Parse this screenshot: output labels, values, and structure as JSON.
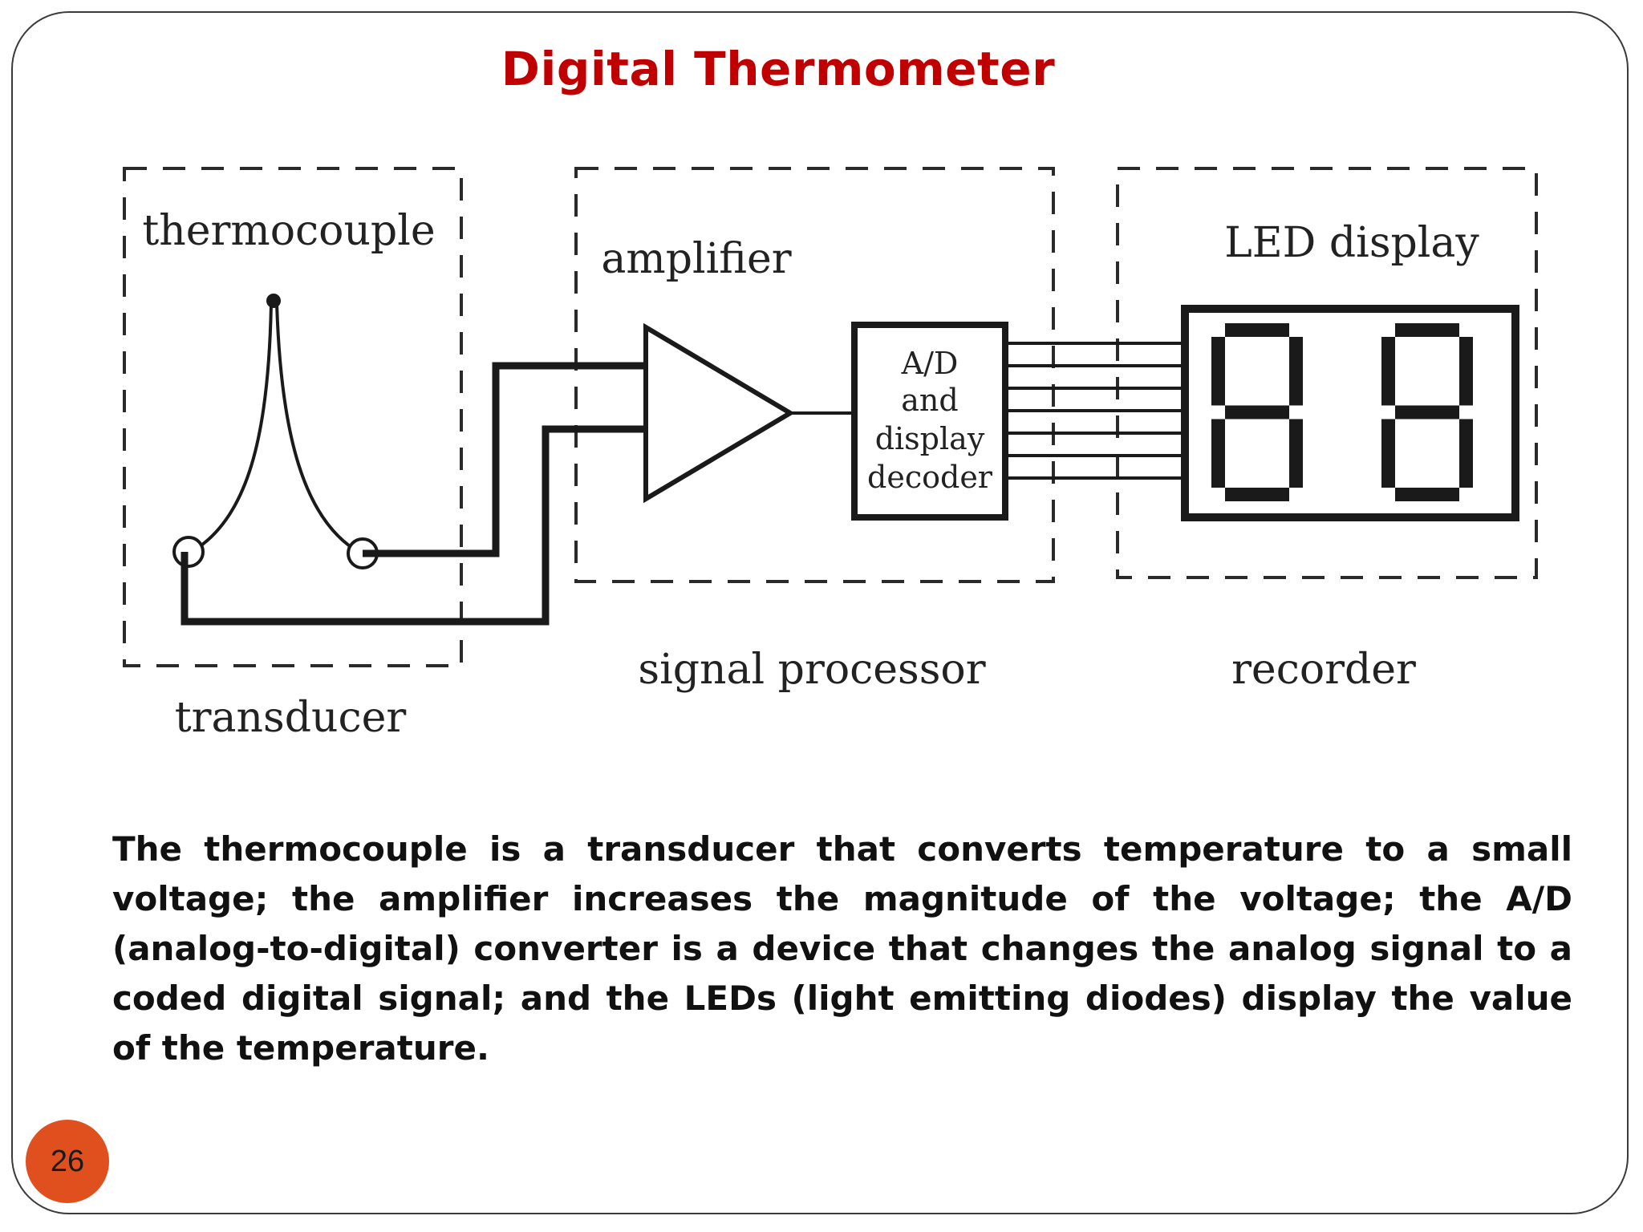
{
  "slide": {
    "title": "Digital Thermometer",
    "page_number": "26",
    "title_color": "#c00000",
    "badge_color": "#e0501f"
  },
  "diagram": {
    "labels": {
      "thermocouple": "thermocouple",
      "amplifier": "amplifier",
      "led_display": "LED display",
      "ad_line1": "A/D",
      "ad_line2": "and",
      "ad_line3": "display",
      "ad_line4": "decoder",
      "transducer": "transducer",
      "signal_processor": "signal processor",
      "recorder": "recorder"
    },
    "display_digits": [
      "8",
      "8"
    ],
    "bus_line_count": 7
  },
  "body": {
    "paragraph": "The thermocouple is a transducer that converts temperature to a small voltage; the amplifier increases the magnitude of the voltage; the A/D (analog-to-digital) converter is a device that changes the analog signal to a coded digital signal; and the LEDs (light emitting diodes) display the value of the temperature."
  }
}
